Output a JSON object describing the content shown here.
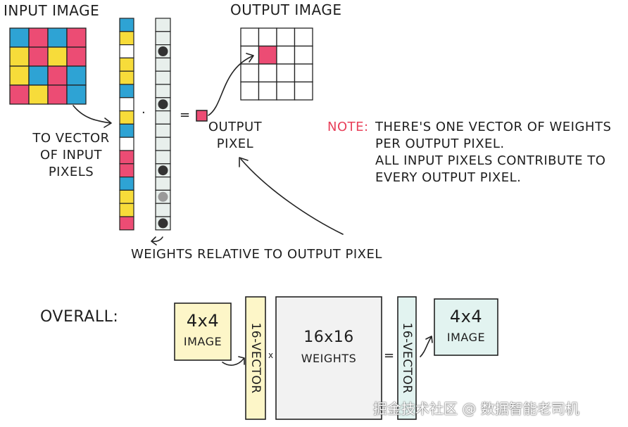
{
  "labels": {
    "input_image": "INPUT IMAGE",
    "output_image": "OUTPUT IMAGE",
    "to_vector": [
      "TO VECTOR",
      "OF INPUT",
      "PIXELS"
    ],
    "output_pixel": [
      "OUTPUT",
      "PIXEL"
    ],
    "note_key": "NOTE:",
    "note_lines": [
      "THERE'S ONE VECTOR OF WEIGHTS",
      "PER OUTPUT PIXEL.",
      "ALL INPUT PIXELS CONTRIBUTE TO",
      "EVERY OUTPUT PIXEL."
    ],
    "weights_relative": "WEIGHTS RELATIVE TO OUTPUT PIXEL",
    "overall": "OVERALL:",
    "dot_operator": "·",
    "equals_operator": "=",
    "times_operator": "x"
  },
  "overall_boxes": {
    "input_dims": "4x4",
    "input_word": "IMAGE",
    "vector_left": "16-VECTOR",
    "weights_dims": "16x16",
    "weights_word": "WEIGHTS",
    "vector_right": "16-VECTOR",
    "output_dims": "4x4",
    "output_word": "IMAGE"
  },
  "watermark": "掘金技术社区 @ 数据智能老司机",
  "colors": {
    "blue": "#2ea3d4",
    "pink": "#ec4c74",
    "yellow": "#f7dc3a",
    "white": "#ffffff",
    "light_yellow": "#fdf6c8",
    "light_cyan": "#e2f3f0",
    "gray_column": "#e8efec",
    "dark_dot": "#333333",
    "gray_dot": "#9a9a9a"
  },
  "input_grid": [
    [
      "blue",
      "pink",
      "blue",
      "pink"
    ],
    [
      "yellow",
      "pink",
      "yellow",
      "pink"
    ],
    [
      "yellow",
      "blue",
      "pink",
      "blue"
    ],
    [
      "pink",
      "yellow",
      "pink",
      "blue"
    ]
  ],
  "input_vector": [
    "blue",
    "yellow",
    "white",
    "yellow",
    "yellow",
    "blue",
    "white",
    "yellow",
    "blue",
    "white",
    "pink",
    "pink",
    "blue",
    "yellow",
    "yellow",
    "pink"
  ],
  "weights_vector": [
    "none",
    "none",
    "dark",
    "none",
    "none",
    "none",
    "dark",
    "none",
    "none",
    "none",
    "none",
    "dark",
    "none",
    "gray",
    "none",
    "dark"
  ],
  "output_highlight": {
    "row": 1,
    "col": 1,
    "color": "pink"
  }
}
